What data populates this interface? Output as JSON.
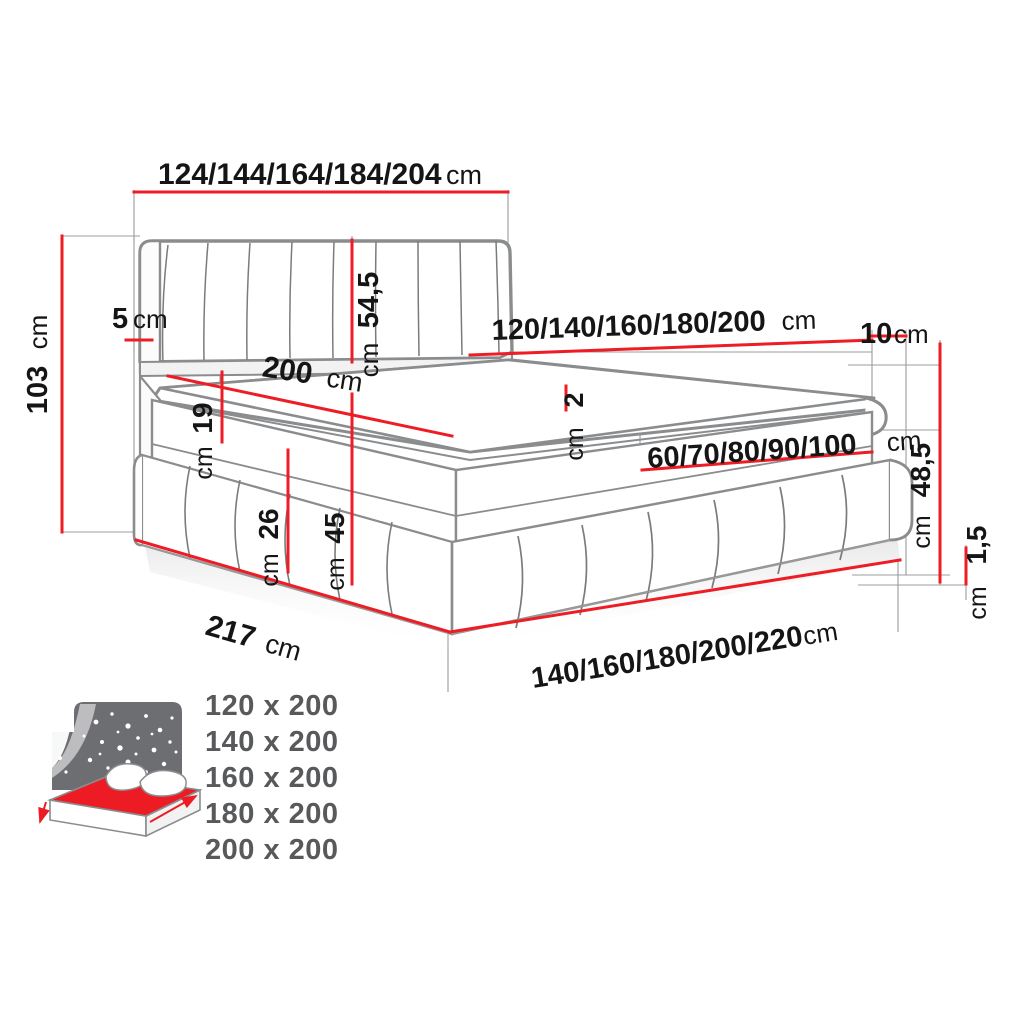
{
  "diagram": {
    "title": "Upholstered bed with box base - technical dimension drawing",
    "colors": {
      "dimension_red": "#ee1c24",
      "outline_gray": "#8a8c8e",
      "detail_gray": "#6d6e71",
      "thin_gray": "#9c9c9c",
      "text_black": "#151515",
      "size_text_gray": "#58595b",
      "icon_dark": "#6d6e71",
      "icon_red": "#ed1c24",
      "background": "#ffffff"
    },
    "dimensions": {
      "headboard_width": {
        "value": "124/144/164/184/204",
        "unit": "cm"
      },
      "headboard_panel_height": {
        "value": "54,5",
        "unit": "cm"
      },
      "headboard_thickness": {
        "value": "5",
        "unit": "cm"
      },
      "total_height": {
        "value": "103",
        "unit": "cm"
      },
      "mattress_length": {
        "value": "200",
        "unit": "cm"
      },
      "mattress_width": {
        "value": "120/140/160/180/200",
        "unit": "cm"
      },
      "side_overhang": {
        "value": "10",
        "unit": "cm"
      },
      "topper_thickness": {
        "value": "2",
        "unit": "cm"
      },
      "mattress_inner_width": {
        "value": "60/70/80/90/100",
        "unit": "cm"
      },
      "base_top_height": {
        "value": "19",
        "unit": "cm"
      },
      "base_roll_height": {
        "value": "26",
        "unit": "cm"
      },
      "base_total_height": {
        "value": "45",
        "unit": "cm"
      },
      "base_side_height": {
        "value": "48,5",
        "unit": "cm"
      },
      "foot_clearance": {
        "value": "1,5",
        "unit": "cm"
      },
      "bed_length": {
        "value": "217",
        "unit": "cm"
      },
      "bed_width": {
        "value": "140/160/180/200/220",
        "unit": "cm"
      }
    },
    "size_options": [
      "120 x 200",
      "140 x 200",
      "160 x 200",
      "180 x 200",
      "200 x 200"
    ],
    "icon": {
      "name": "bed-with-starry-night-icon",
      "description": "Mattress with red sheet and pillows against starry night panel"
    }
  }
}
